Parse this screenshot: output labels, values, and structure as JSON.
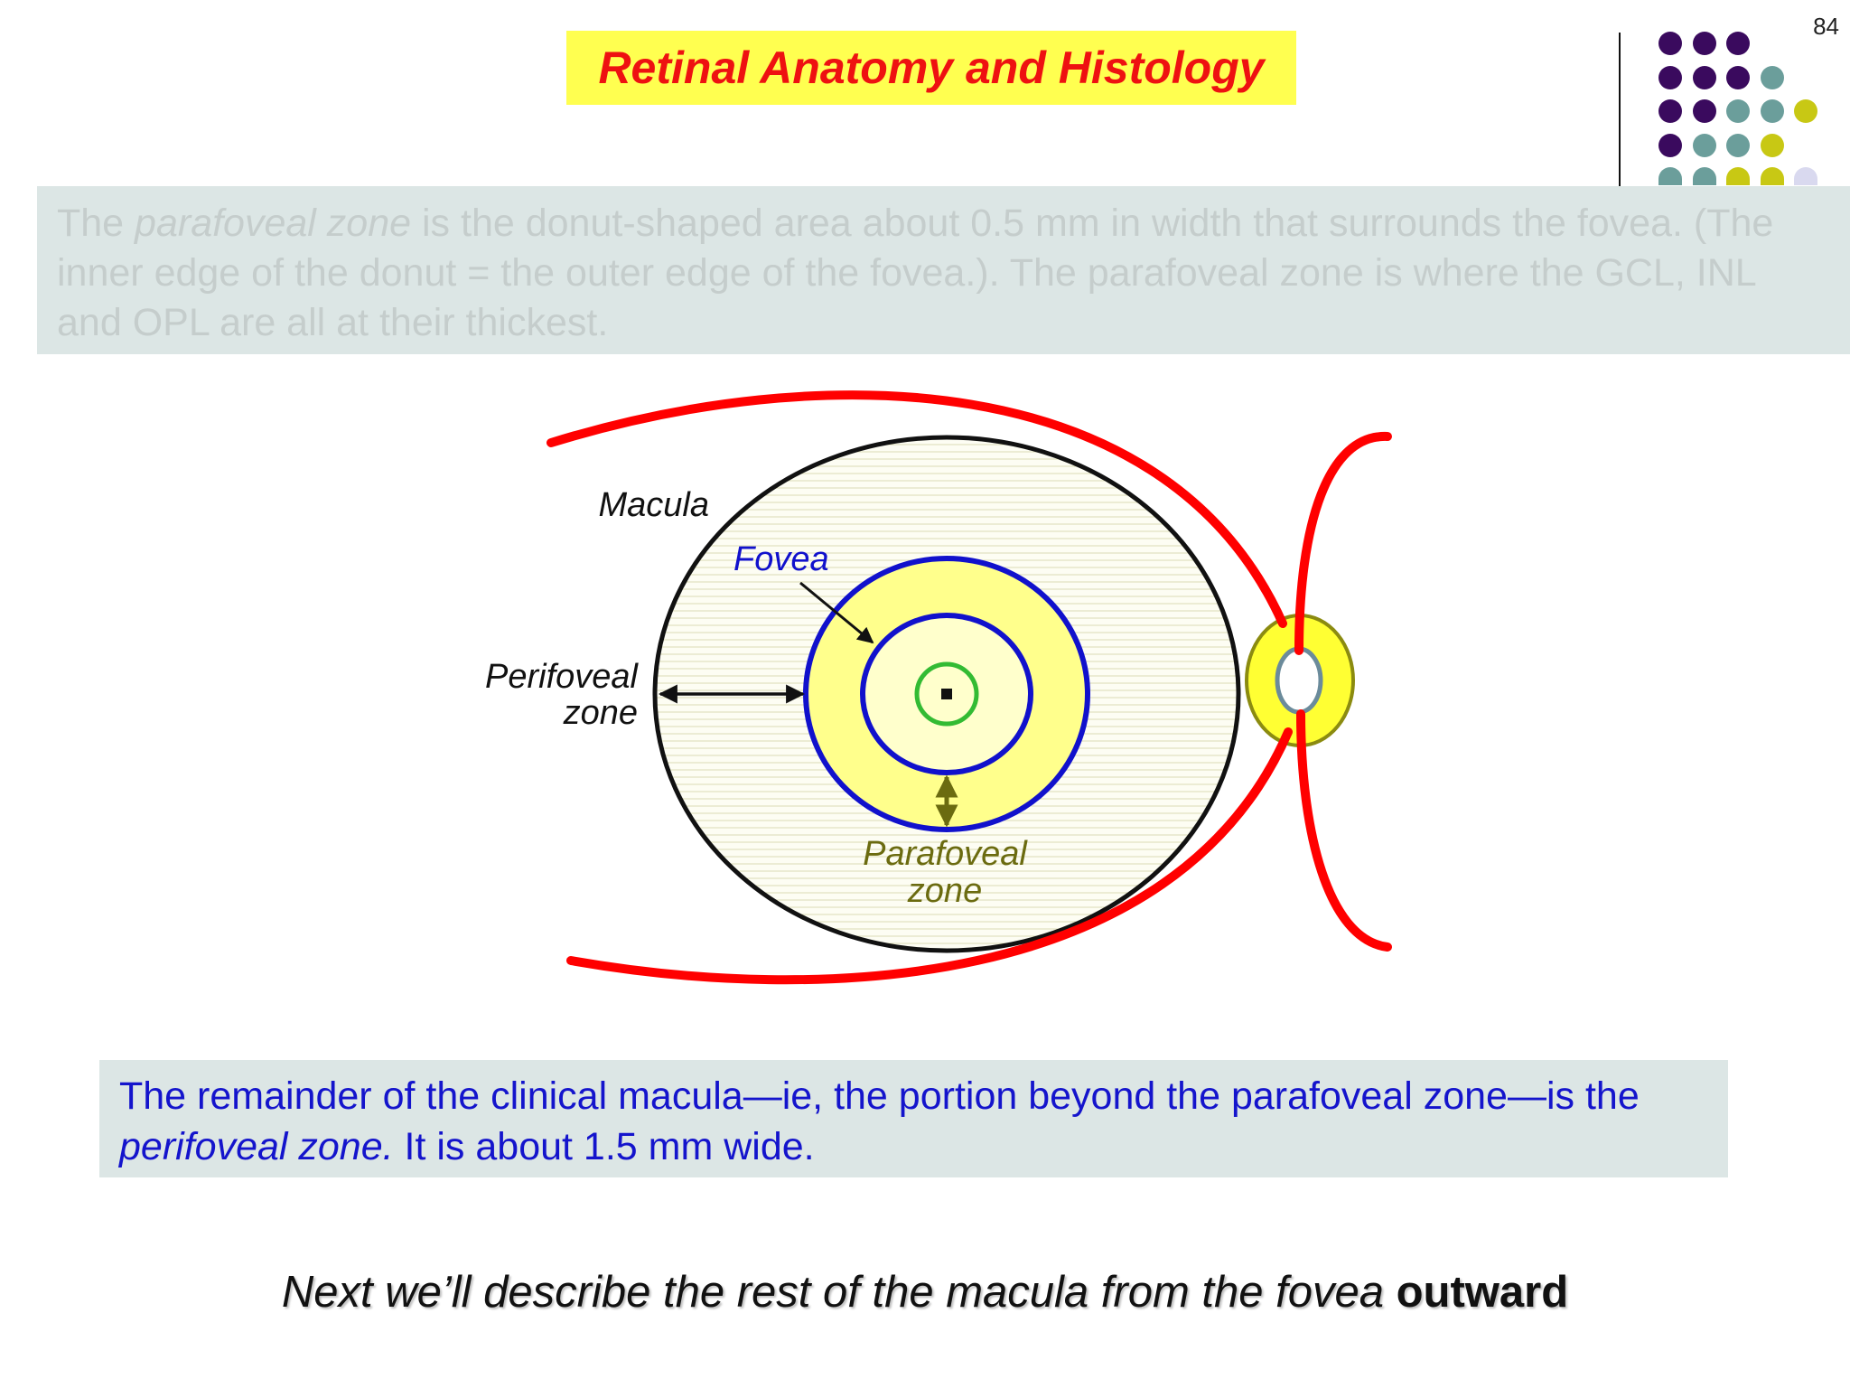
{
  "page_number": "84",
  "title": "Retinal Anatomy and Histology",
  "colors": {
    "title_bg": "#ffff50",
    "title_text": "#ee1111",
    "dot_purple": "#3a0a5e",
    "dot_teal": "#6b9e9b",
    "dot_yellow": "#c8c814",
    "dot_lavender": "#d9d9ef",
    "box_bg": "#dce6e5",
    "red_curves": "#ff0000",
    "fovea_blue": "#1111cc",
    "foveola_green": "#33bb33",
    "parafoveal_olive": "#6b6b10"
  },
  "dot_grid": [
    [
      "purple",
      "purple",
      "purple",
      "none",
      "none"
    ],
    [
      "purple",
      "purple",
      "purple",
      "teal",
      "none"
    ],
    [
      "purple",
      "purple",
      "teal",
      "teal",
      "yellow"
    ],
    [
      "purple",
      "teal",
      "teal",
      "yellow",
      "none"
    ],
    [
      "teal",
      "teal",
      "yellow",
      "yellow",
      "lavender"
    ]
  ],
  "top_box": {
    "segments": [
      {
        "text": "The ",
        "italic": false
      },
      {
        "text": "parafoveal zone",
        "italic": true
      },
      {
        "text": " is the donut-shaped area about 0.5 mm in width that surrounds the fovea. (The inner edge of the donut = the outer edge of the fovea.). The parafoveal zone is where the GCL, INL and OPL are all at their thickest.",
        "italic": false
      }
    ]
  },
  "diagram_labels": {
    "macula": "Macula",
    "fovea": "Fovea",
    "perifoveal_1": "Perifoveal",
    "perifoveal_2": "zone",
    "parafoveal_1": "Parafoveal",
    "parafoveal_2": "zone"
  },
  "bottom_box": {
    "segments": [
      {
        "text": "The remainder of the clinical macula—ie, the portion beyond the parafoveal zone—is the ",
        "italic": false
      },
      {
        "text": "perifoveal zone.",
        "italic": true
      },
      {
        "text": " It is about 1.5 mm wide.",
        "italic": false
      }
    ]
  },
  "closing": {
    "italic_text": "Next we’ll describe the rest of the macula from the fovea ",
    "bold_text": "outward"
  }
}
